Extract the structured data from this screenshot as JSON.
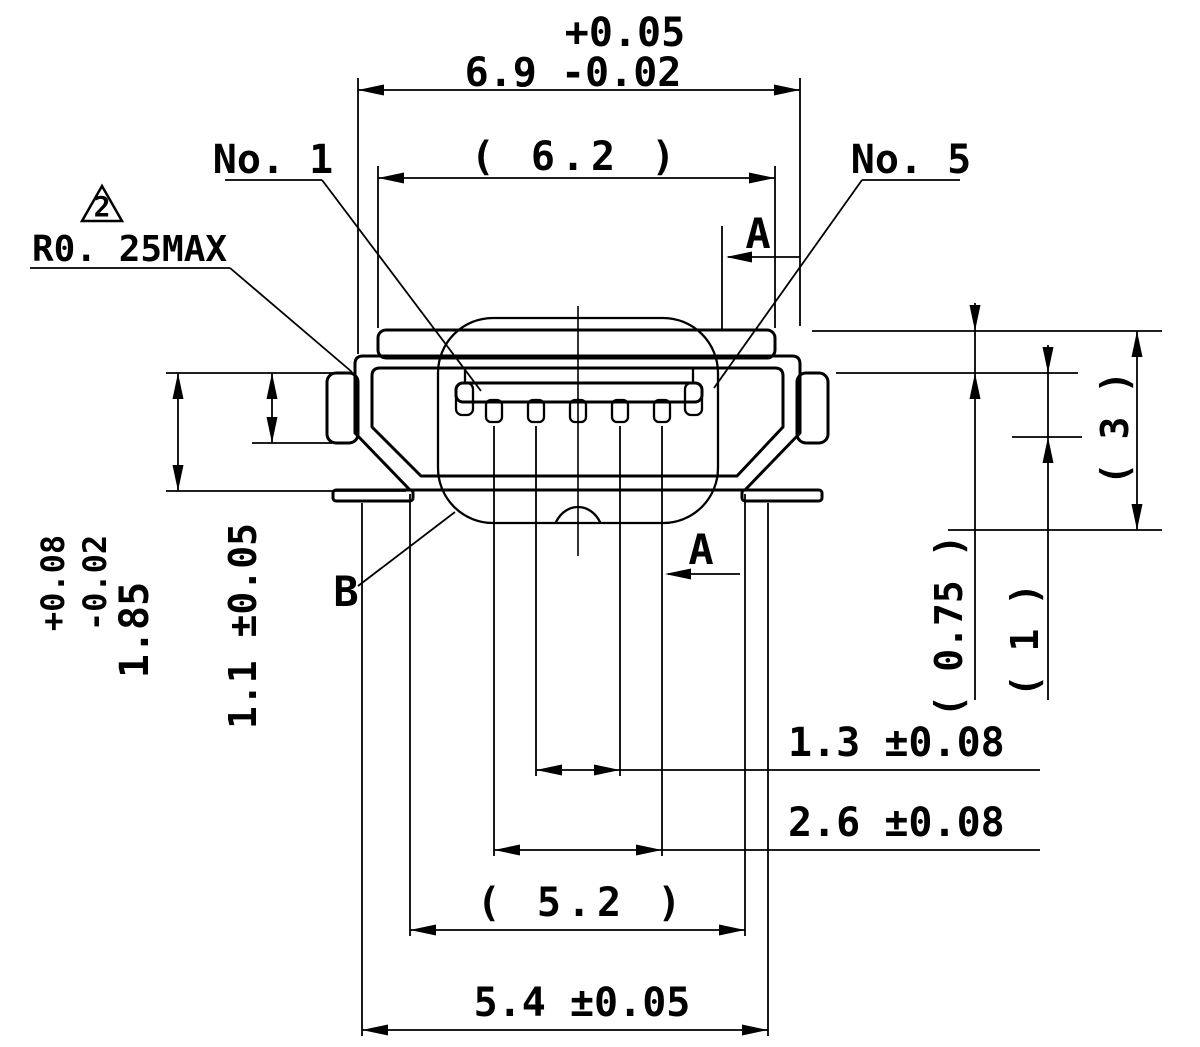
{
  "page": {
    "background": "#ffffff",
    "ink": "#000000"
  },
  "view": {
    "name": "connector-front-view-technical-drawing"
  },
  "labels": {
    "no1": "No. 1",
    "no5": "No. 5",
    "section_top": "A",
    "section_bottom": "A",
    "rev_triangle": "2",
    "radius_note": "R0. 25MAX",
    "detail_b": "B"
  },
  "dims": {
    "d69_plus": "+0.05",
    "d69": "6.9 -0.02",
    "d62": "( 6.2 )",
    "d185_plus": "+0.08",
    "d185_minus": "-0.02",
    "d185": "1.85",
    "d11": "1.1 ±0.05",
    "d3": "( 3 )",
    "d075": "( 0.75 )",
    "d1": "( 1 )",
    "d13": "1.3 ±0.08",
    "d26": "2.6 ±0.08",
    "d52": "( 5.2 )",
    "d54": "5.4 ±0.05"
  }
}
